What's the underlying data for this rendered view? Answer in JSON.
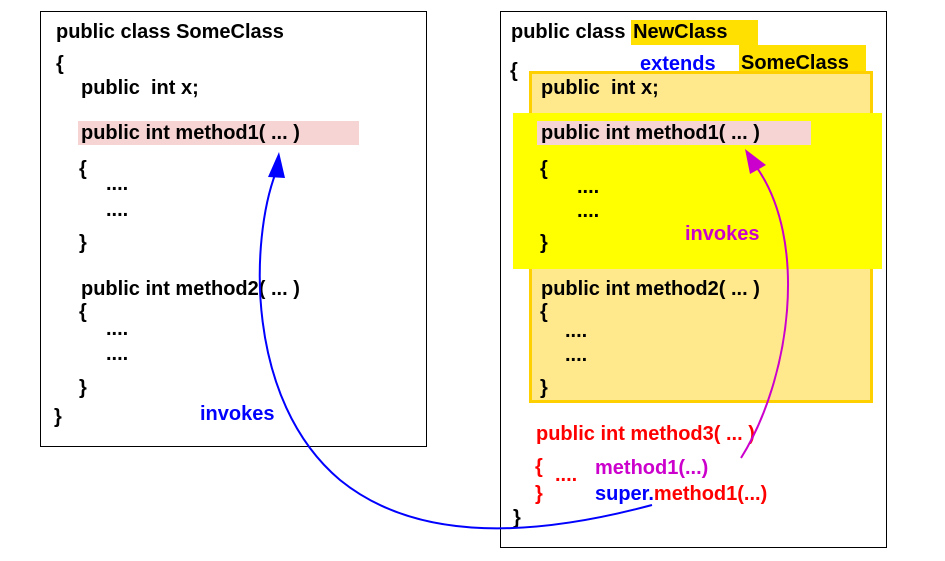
{
  "colors": {
    "blue": "#0000ff",
    "magenta": "#cc00cc",
    "red": "#ff0000",
    "pink_highlight": "#f7d4d4",
    "yellow_highlight": "#ffff00",
    "gold_panel": "#ffe98c"
  },
  "left_class": {
    "header_prefix": "public class ",
    "class_name": "SomeClass",
    "open_brace": "{",
    "field": "public  int x;",
    "method1_sig": "public int method1( ... )",
    "method1_open": "{",
    "method1_body1": "....",
    "method1_body2": "....",
    "method1_close": "}",
    "method2_sig": "public int method2( ... )",
    "method2_open": "{",
    "method2_body1": "....",
    "method2_body2": "....",
    "method2_close": "}",
    "close_brace": "}"
  },
  "right_class": {
    "header_prefix": "public class ",
    "class_name": "NewClass",
    "extends_keyword": "extends",
    "parent_name": "SomeClass",
    "open_brace": "{",
    "field": "public  int x;",
    "method1_sig": "public int method1( ... )",
    "method1_open": "{",
    "method1_body1": "....",
    "method1_body2": "....",
    "method1_close": "}",
    "method2_sig": "public int method2( ... )",
    "method2_open": "{",
    "method2_body1": "....",
    "method2_body2": "....",
    "method2_close": "}",
    "method3_sig": "public int method3( ... )",
    "method3_open": "{",
    "method3_dots": "....",
    "method3_close": "}",
    "call_local": "method1(...)",
    "super_prefix": "super.",
    "call_super": "method1(...)",
    "close_brace": "}"
  },
  "labels": {
    "invokes_blue": "invokes",
    "invokes_magenta": "invokes"
  }
}
